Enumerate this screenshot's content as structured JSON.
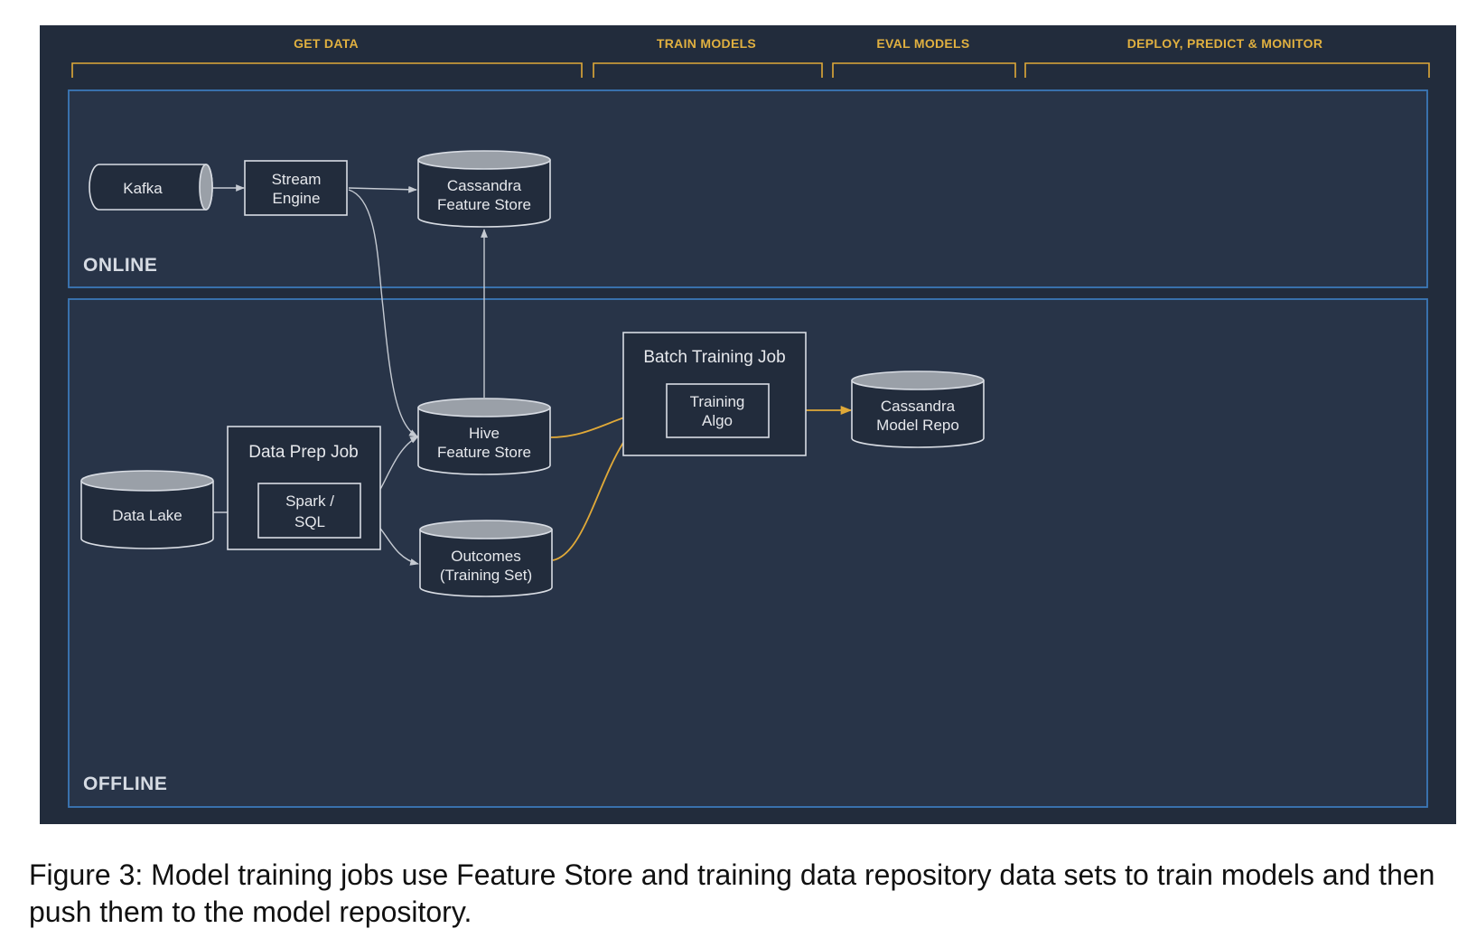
{
  "stages": {
    "get_data": "GET DATA",
    "train_models": "TRAIN MODELS",
    "eval_models": "EVAL MODELS",
    "deploy": "DEPLOY, PREDICT & MONITOR"
  },
  "regions": {
    "online": "ONLINE",
    "offline": "OFFLINE"
  },
  "nodes": {
    "kafka": "Kafka",
    "stream_engine": [
      "Stream",
      "Engine"
    ],
    "cassandra_feature_store": [
      "Cassandra",
      "Feature Store"
    ],
    "data_prep_job": "Data Prep Job",
    "spark_sql": [
      "Spark /",
      "SQL"
    ],
    "data_lake": "Data Lake",
    "hive_feature_store": [
      "Hive",
      "Feature Store"
    ],
    "outcomes": [
      "Outcomes",
      "(Training Set)"
    ],
    "batch_training_job": "Batch Training Job",
    "training_algo": [
      "Training",
      "Algo"
    ],
    "cassandra_model_repo": [
      "Cassandra",
      "Model Repo"
    ]
  },
  "colors": {
    "background": "#222c3c",
    "region_border": "#3b78b8",
    "accent": "#e0a938",
    "node_stroke": "#d8dce3",
    "cylinder_top": "#9aa0a8",
    "arrow": "#c5cad2"
  },
  "caption": "Figure 3: Model training jobs use Feature Store and training data repository data sets to train models and then push them to the model repository."
}
